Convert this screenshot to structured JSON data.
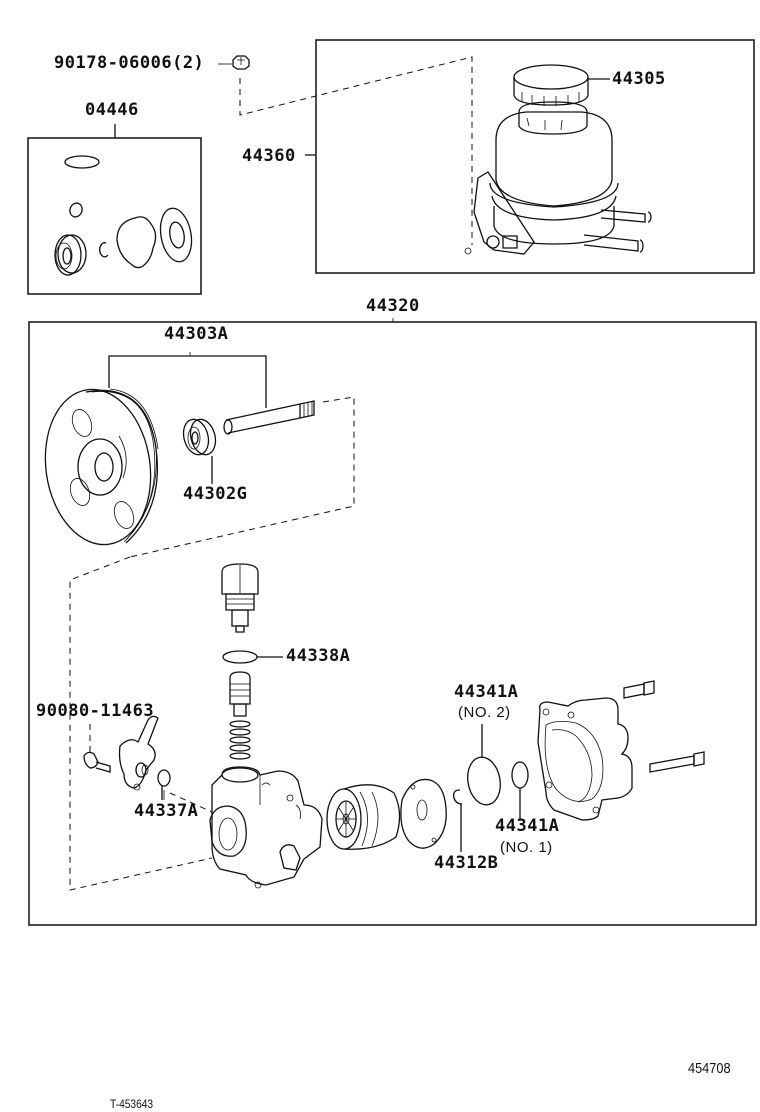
{
  "diagram": {
    "title_code": "44320",
    "groups": {
      "kit": {
        "code": "04446"
      },
      "reservoir": {
        "code": "44360"
      },
      "pump_assembly": {
        "code": "44320"
      }
    },
    "labels": {
      "nut": "90178-06006(2)",
      "kit": "04446",
      "reservoir": "44360",
      "cap": "44305",
      "pulley_shaft": "44303A",
      "bearing": "44302G",
      "oring_valve": "44338A",
      "bolt": "90080-11463",
      "oring_union": "44337A",
      "oring_no2": "44341A",
      "oring_no2_note": "(NO. 2)",
      "oring_no1": "44341A",
      "oring_no1_note": "(NO. 1)",
      "snap_ring": "44312B"
    },
    "footer": {
      "illustration_id": "454708",
      "reference_id": "T-453643"
    }
  }
}
